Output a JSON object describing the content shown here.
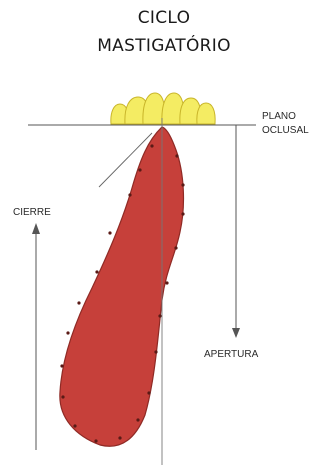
{
  "title_line1": "CICLO",
  "title_line2": "MASTIGATÓRIO",
  "labels": {
    "plano_line1": "PLANO",
    "plano_line2": "OCLUSAL",
    "cierre": "CIERRE",
    "apertura": "APERTURA"
  },
  "colors": {
    "envelope_fill": "#c6403a",
    "envelope_stroke": "#8f2a25",
    "teeth_fill": "#f4ec63",
    "teeth_stroke": "#c9b52a",
    "line": "#555555"
  }
}
